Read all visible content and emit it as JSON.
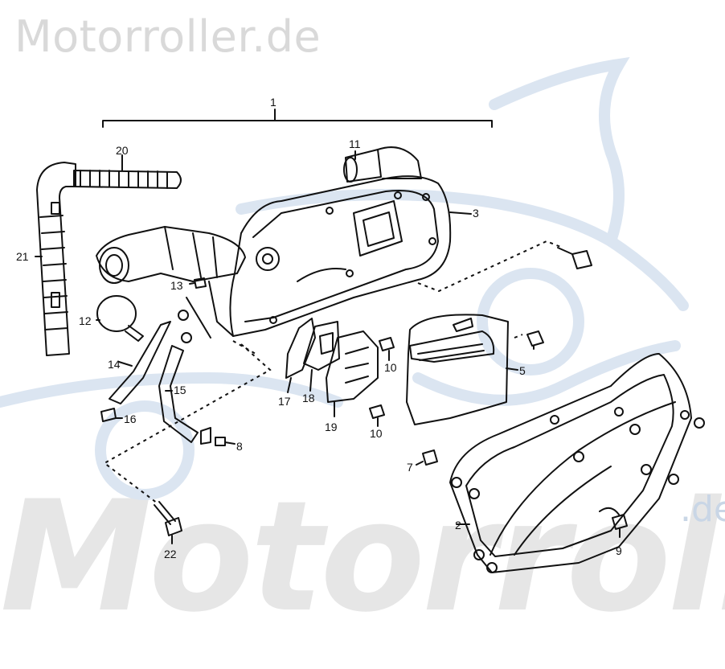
{
  "watermark": {
    "top_text": "Motorroller.de",
    "bottom_text": "Motorroller",
    "bottom_suffix": ".de"
  },
  "colors": {
    "ink": "#111111",
    "watermark_gray": "#d9d9d9",
    "watermark_blue": "#c9d6e6"
  },
  "callouts": {
    "c1": "1",
    "c2": "2",
    "c3": "3",
    "c5": "5",
    "c7": "7",
    "c8": "8",
    "c9": "9",
    "c10a": "10",
    "c10b": "10",
    "c11": "11",
    "c12": "12",
    "c13": "13",
    "c14": "14",
    "c15": "15",
    "c16": "16",
    "c17": "17",
    "c18": "18",
    "c19": "19",
    "c20": "20",
    "c21": "21",
    "c22": "22"
  }
}
